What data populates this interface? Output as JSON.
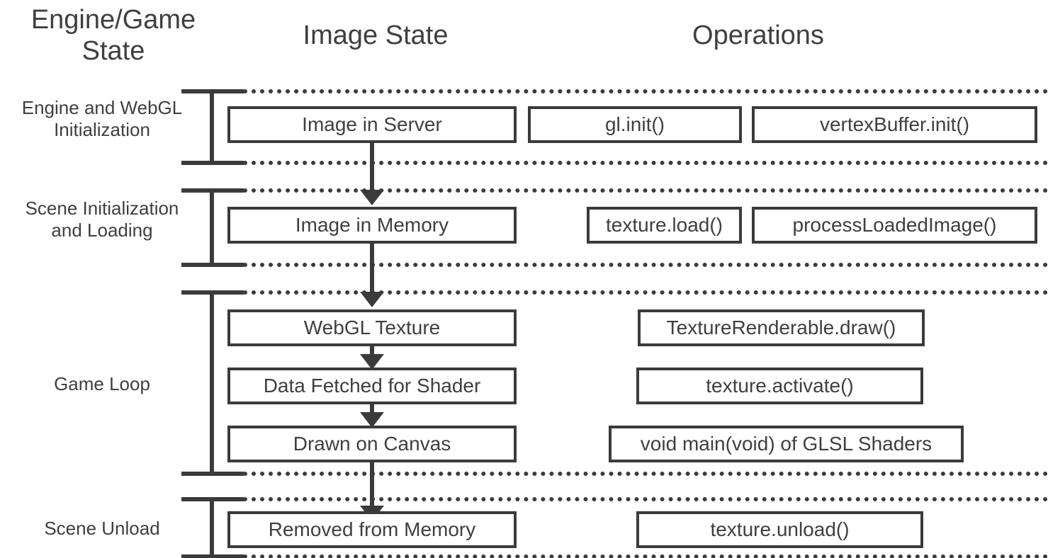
{
  "headers": {
    "engine_state": "Engine/Game\nState",
    "image_state": "Image State",
    "operations": "Operations"
  },
  "phases": [
    {
      "label": "Engine and WebGL\nInitialization"
    },
    {
      "label": "Scene Initialization\nand Loading"
    },
    {
      "label": "Game Loop"
    },
    {
      "label": "Scene Unload"
    }
  ],
  "image_states": {
    "image_in_server": "Image in Server",
    "image_in_memory": "Image in Memory",
    "webgl_texture": "WebGL Texture",
    "data_fetched": "Data Fetched for Shader",
    "drawn_on_canvas": "Drawn on Canvas",
    "removed_from_memory": "Removed from Memory"
  },
  "operations": {
    "gl_init": "gl.init()",
    "vertex_buffer_init": "vertexBuffer.init()",
    "texture_load": "texture.load()",
    "process_loaded_image": "processLoadedImage()",
    "texture_renderable_draw": "TextureRenderable.draw()",
    "texture_activate": "texture.activate()",
    "glsl_main": "void main(void) of GLSL Shaders",
    "texture_unload": "texture.unload()"
  },
  "colors": {
    "stroke": "#3b3b3b",
    "text": "#3f3f3f",
    "background": "#ffffff"
  }
}
